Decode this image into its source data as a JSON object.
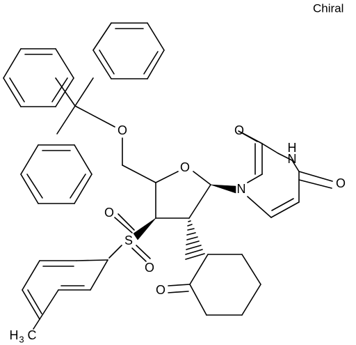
{
  "figure": {
    "chirality_label": "Chiral",
    "atom_labels": {
      "trityl_ether_oxygen": "O",
      "ring_oxygen": "O",
      "ring_nitrogen": "N",
      "imide_nh": "H",
      "imide_nitrogen": "N",
      "carbonyl_2_oxygen": "O",
      "carbonyl_4_oxygen": "O",
      "sulfur": "S",
      "sulfonyl_oxygen_top": "O",
      "sulfonyl_oxygen_bottom": "O",
      "ketone_oxygen": "O",
      "methyl_carbon": "C",
      "methyl_hydrogens": "H",
      "methyl_hydrogen_count": "3"
    }
  }
}
